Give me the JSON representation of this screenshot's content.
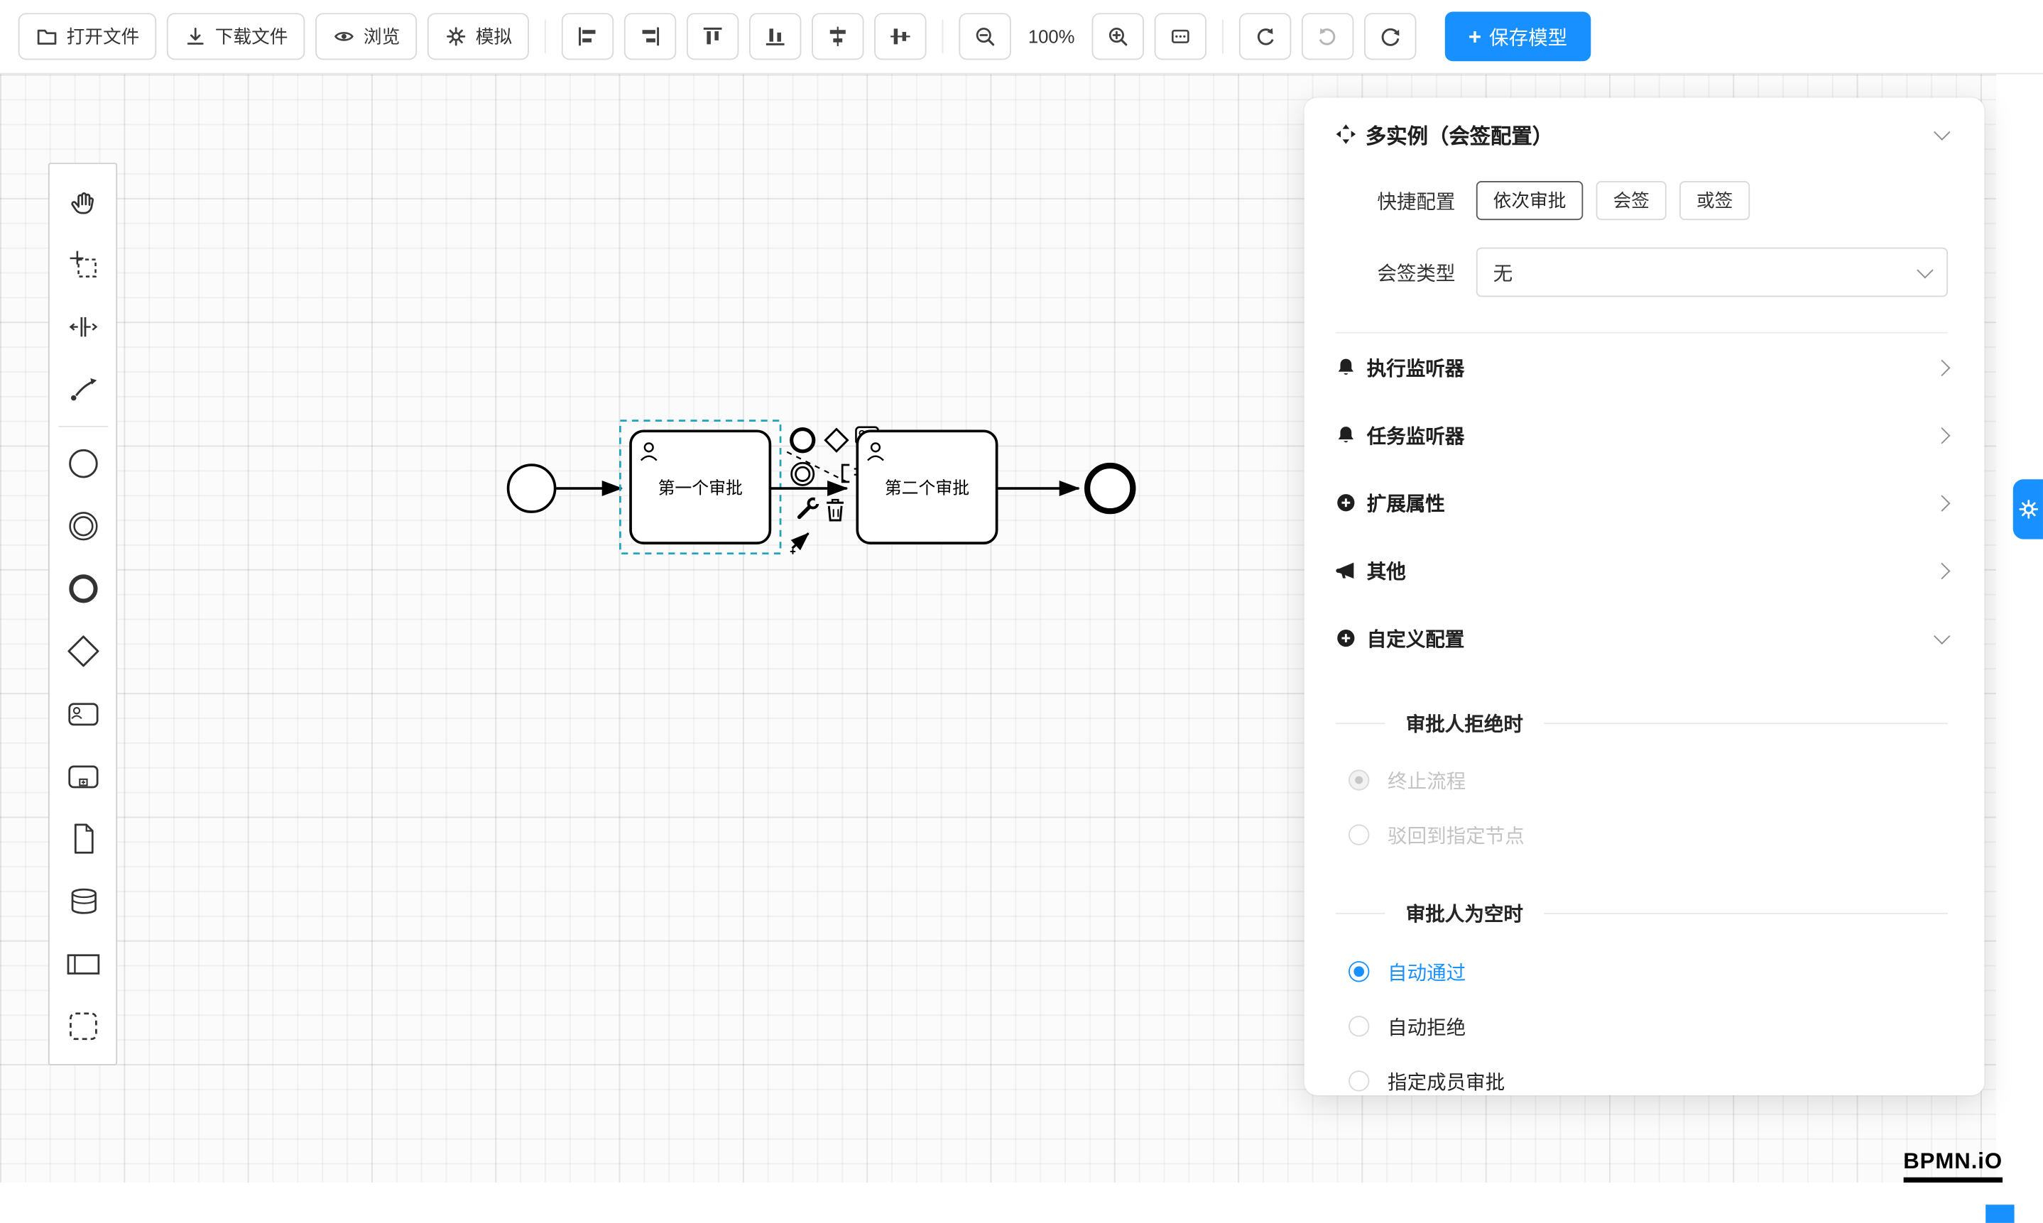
{
  "toolbar": {
    "open_label": "打开文件",
    "download_label": "下载文件",
    "preview_label": "浏览",
    "simulate_label": "模拟",
    "zoom_level": "100%",
    "save_label": "保存模型"
  },
  "canvas": {
    "task1_label": "第一个审批",
    "task2_label": "第二个审批"
  },
  "panel": {
    "title": "多实例（会签配置）",
    "quick_config_label": "快捷配置",
    "quick_options": [
      "依次审批",
      "会签",
      "或签"
    ],
    "selected_quick_option": "依次审批",
    "sign_type_label": "会签类型",
    "sign_type_value": "无",
    "sections": [
      {
        "label": "执行监听器"
      },
      {
        "label": "任务监听器"
      },
      {
        "label": "扩展属性"
      },
      {
        "label": "其他"
      },
      {
        "label": "自定义配置"
      }
    ],
    "reject_group": {
      "title": "审批人拒绝时",
      "options": [
        "终止流程",
        "驳回到指定节点"
      ],
      "selected": "终止流程"
    },
    "empty_group": {
      "title": "审批人为空时",
      "options": [
        "自动通过",
        "自动拒绝",
        "指定成员审批"
      ],
      "selected": "自动通过"
    }
  },
  "logo_text": "BPMN.iO",
  "colors": {
    "accent": "#1890ff",
    "selection_outline": "#22a2bc"
  }
}
